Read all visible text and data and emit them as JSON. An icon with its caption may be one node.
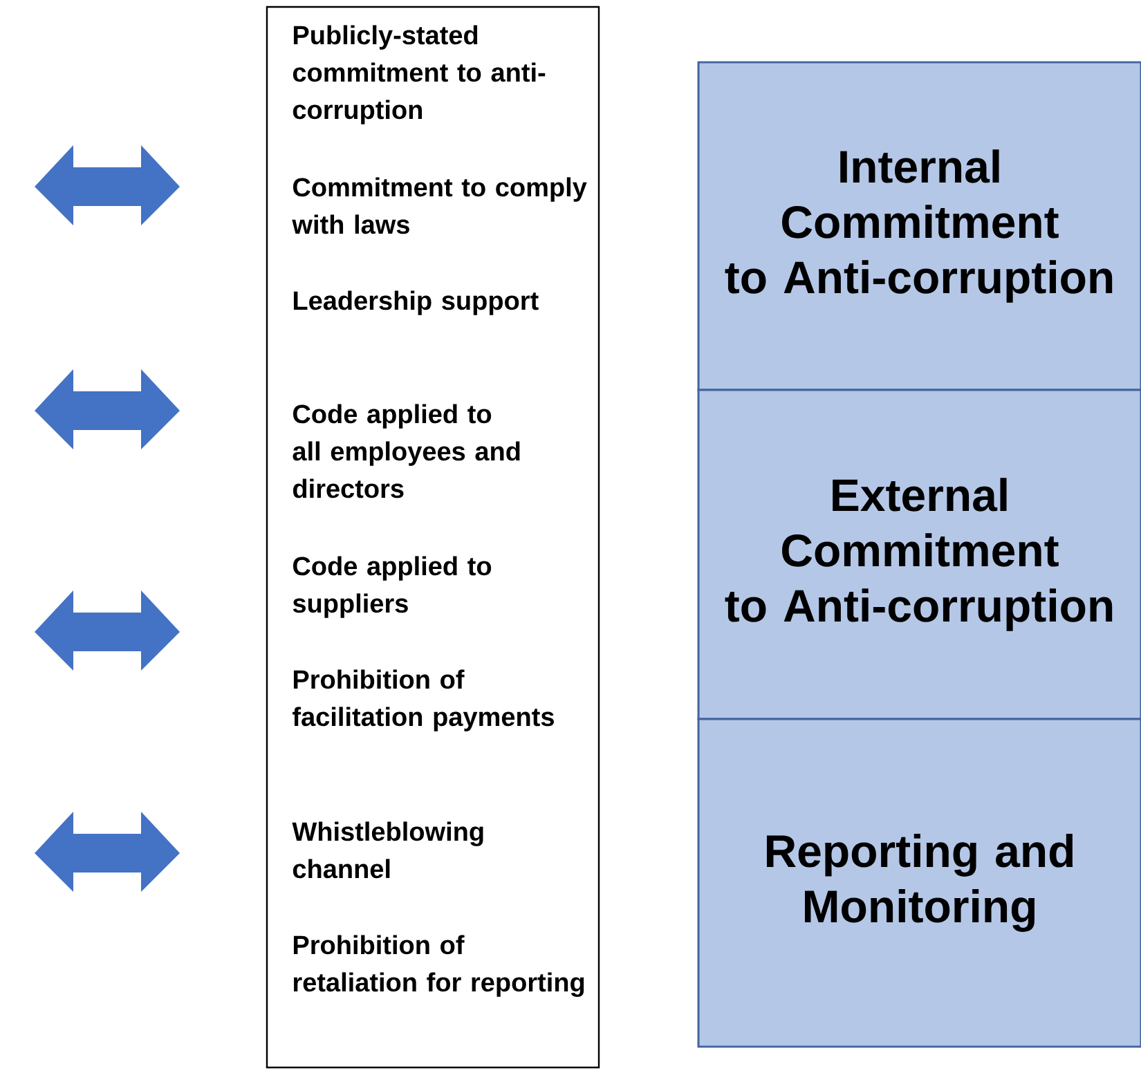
{
  "diagram": {
    "nodes": [
      {
        "text": [
          "Publicly-stated commitment to anti-corruption",
          "Commitment to comply with laws",
          "Leadership support",
          "Code applied to all employees and directors",
          "Code applied to suppliers",
          "Prohibition of facilitation payments",
          "Whistleblowing channel",
          "Prohibition of retaliation for reporting"
        ]
      },
      {
        "text": [
          "Internal Commitment to Anti-corruption"
        ]
      },
      {
        "text": [
          "External Commitment to Anti-corruption"
        ]
      },
      {
        "text": [
          "Reporting and Monitoring"
        ]
      }
    ]
  }
}
